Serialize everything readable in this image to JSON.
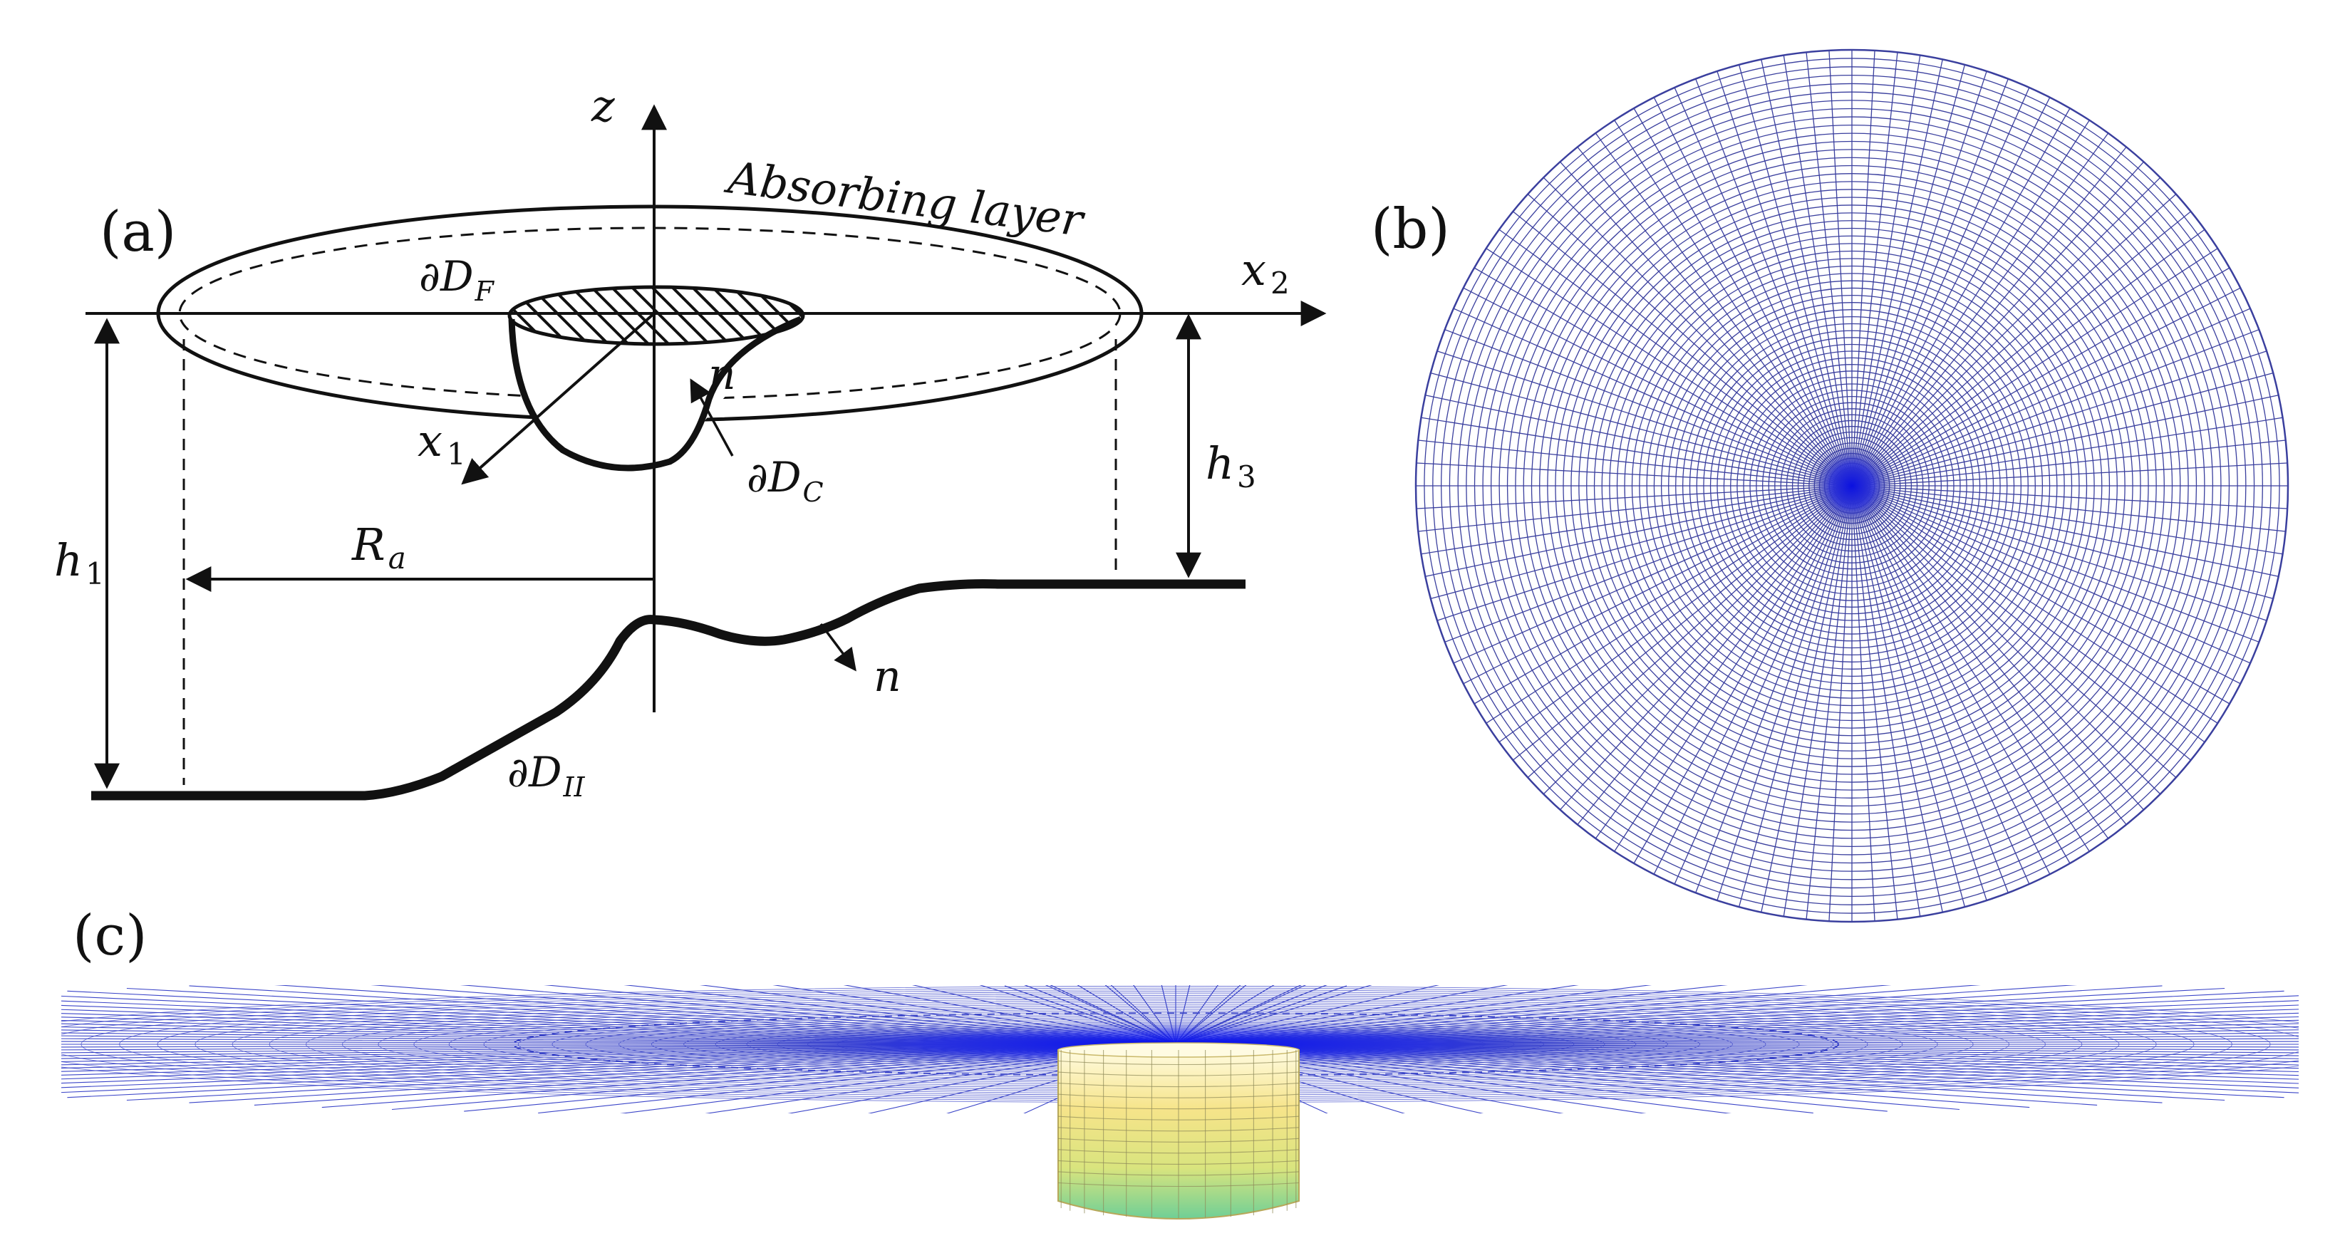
{
  "panels": {
    "a": {
      "tag": "(a)",
      "labels": {
        "z_axis": "z",
        "x2_axis": "x",
        "x2_sub": "2",
        "x1_axis": "x",
        "x1_sub": "1",
        "absorbing_layer": "Absorbing layer",
        "dDF": "∂D",
        "dDF_sub": "F",
        "dDC": "∂D",
        "dDC_sub": "C",
        "dDII": "∂D",
        "dDII_sub": "II",
        "normal_body": "n",
        "normal_bottom": "n",
        "h1": "h",
        "h1_sub": "1",
        "h3": "h",
        "h3_sub": "3",
        "Ra": "R",
        "Ra_sub": "a"
      },
      "colors": {
        "line": "#111111"
      }
    },
    "b": {
      "tag": "(b)",
      "mesh": {
        "radial_lines": 120,
        "rings": 64
      },
      "colors": {
        "mesh": "#3a3f9e",
        "center": "#0a10e0"
      }
    },
    "c": {
      "tag": "(c)",
      "colors": {
        "mesh": "#3b45c8",
        "dense": "#0b12e6",
        "body_top": "#fff7c8",
        "body_mid": "#f2e27a",
        "body_bottom": "#7fd29a"
      }
    }
  }
}
